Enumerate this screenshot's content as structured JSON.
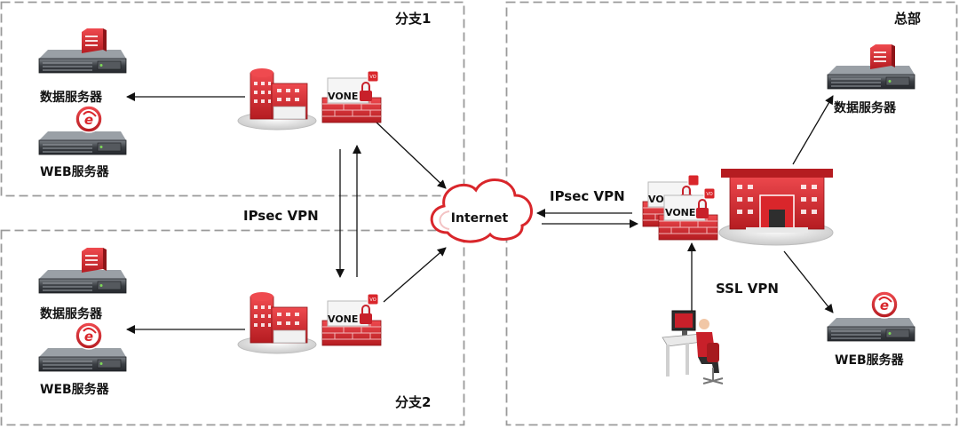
{
  "regions": {
    "branch1": {
      "label": "分支1"
    },
    "branch2": {
      "label": "分支2"
    },
    "hq": {
      "label": "总部"
    }
  },
  "branch1": {
    "data_server": {
      "label": "数据服务器"
    },
    "web_server": {
      "label": "WEB服务器"
    },
    "firewall": {
      "label": "VONE"
    }
  },
  "branch2": {
    "data_server": {
      "label": "数据服务器"
    },
    "web_server": {
      "label": "WEB服务器"
    },
    "firewall": {
      "label": "VONE"
    }
  },
  "hq": {
    "data_server": {
      "label": "数据服务器"
    },
    "web_server": {
      "label": "WEB服务器"
    },
    "firewall_back": {
      "label": "VO"
    },
    "firewall_front": {
      "label": "VONE"
    }
  },
  "internet": {
    "label": "Internet"
  },
  "links": {
    "branch_ipsec": {
      "label": "IPsec VPN"
    },
    "hq_ipsec": {
      "label": "IPsec VPN"
    },
    "ssl": {
      "label": "SSL VPN"
    }
  },
  "icons": {
    "badge": "VO",
    "web_logo": "e"
  },
  "colors": {
    "accent": "#d9262b",
    "accent_dark": "#a61a1f",
    "server_body": "#3b3f44",
    "dash": "#9a9a9a"
  }
}
